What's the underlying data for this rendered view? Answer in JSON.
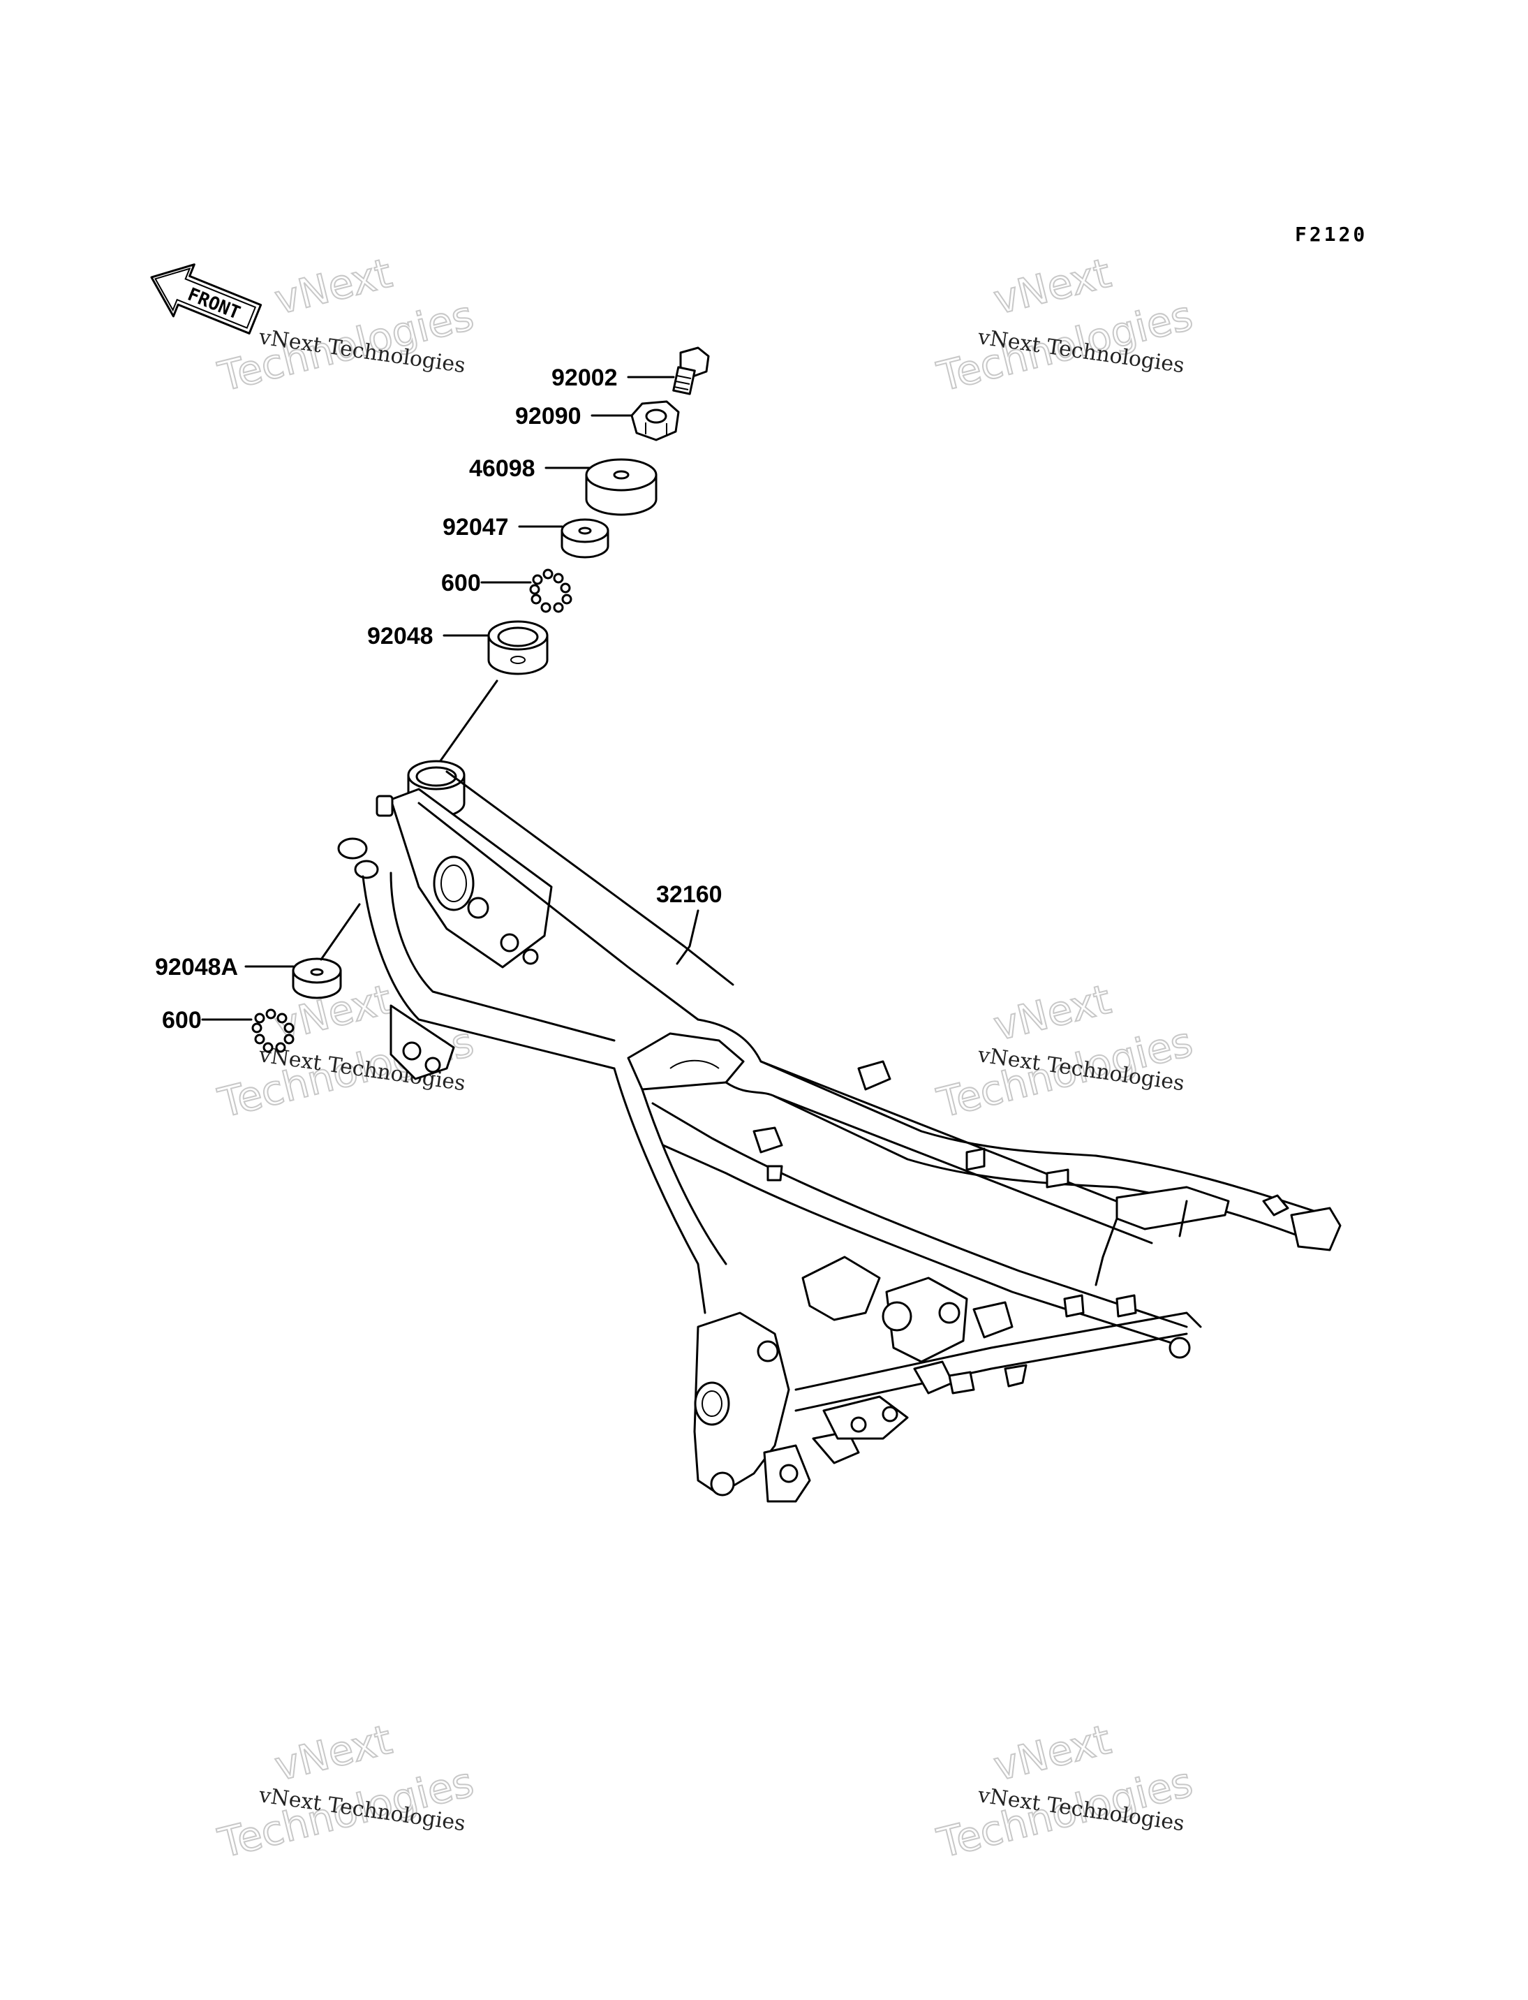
{
  "figure_code": "F2120",
  "front_label": "FRONT",
  "watermark": {
    "small": "vNext Technologies",
    "big_line1": "vNext",
    "big_line2": "Technologies"
  },
  "parts": [
    {
      "id": "92002",
      "label": "92002",
      "description_icon": "bolt-icon"
    },
    {
      "id": "92090",
      "label": "92090",
      "description_icon": "nut-icon"
    },
    {
      "id": "46098",
      "label": "46098",
      "description_icon": "bushing-icon"
    },
    {
      "id": "92047",
      "label": "92047",
      "description_icon": "collar-icon"
    },
    {
      "id": "600a",
      "label": "600",
      "description_icon": "steel-balls-icon"
    },
    {
      "id": "92048",
      "label": "92048",
      "description_icon": "race-icon"
    },
    {
      "id": "32160",
      "label": "32160",
      "description_icon": "frame-icon"
    },
    {
      "id": "92048A",
      "label": "92048A",
      "description_icon": "race-icon"
    },
    {
      "id": "600b",
      "label": "600",
      "description_icon": "steel-balls-icon"
    }
  ]
}
